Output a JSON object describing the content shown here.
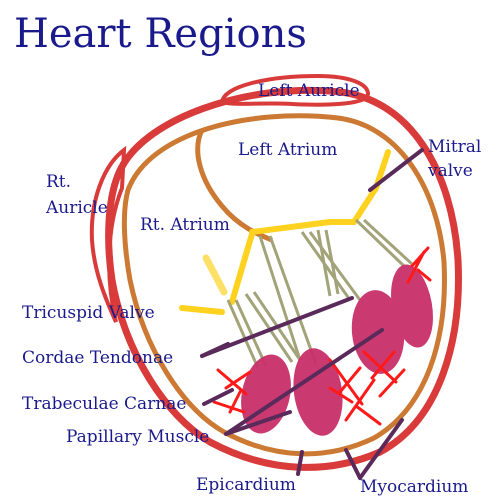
{
  "title": "Heart Regions",
  "labels": {
    "left_auricle": "Left Auricle",
    "left_atrium": "Left Atrium",
    "mitral_valve_1": "Mitral",
    "mitral_valve_2": "valve",
    "rt_auricle_1": "Rt.",
    "rt_auricle_2": "Auricle",
    "rt_atrium": "Rt. Atrium",
    "tricuspid_valve": "Tricuspid Valve",
    "cordae_tendonae": "Cordae Tendonae",
    "trabeculae_carnae": "Trabeculae Carnae",
    "papillary_muscle": "Papillary Muscle",
    "epicardium": "Epicardium",
    "myocardium": "Myocardium"
  },
  "colors": {
    "text": "#1a1a8c",
    "epicardium_line": "#d93a3a",
    "inner_wall": "#cc7a33",
    "valve_yellow": "#ffd21f",
    "papillary_muscle": "#c8306a",
    "cordae": "#a3a37a",
    "trabeculae": "#ff1a1a",
    "leader": "#5a2a5a"
  }
}
